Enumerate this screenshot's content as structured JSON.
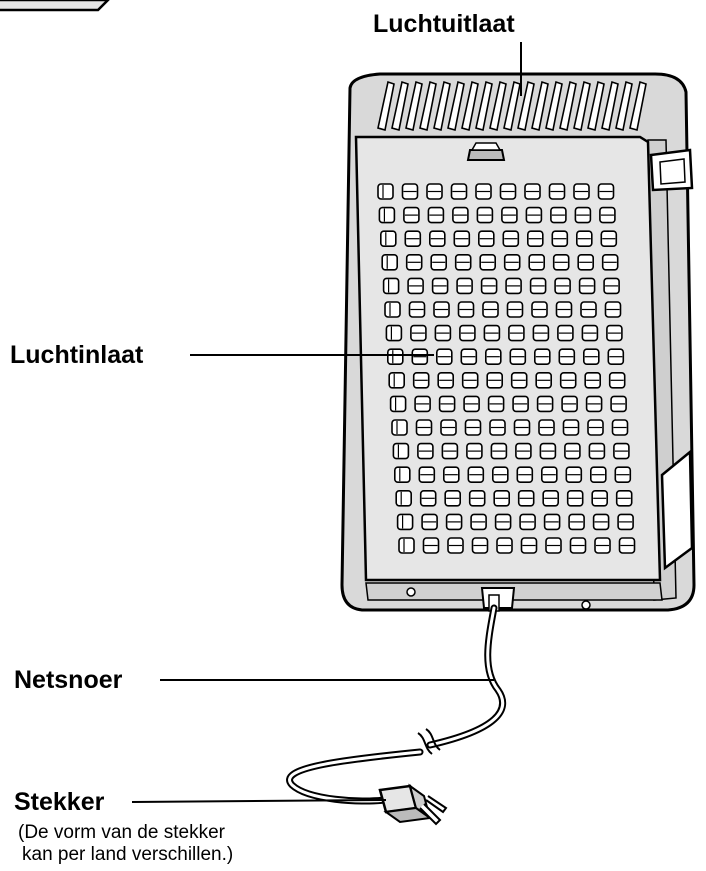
{
  "labels": {
    "air_outlet": "Luchtuitlaat",
    "air_inlet": "Luchtinlaat",
    "power_cord": "Netsnoer",
    "plug": "Stekker"
  },
  "plug_note": {
    "line1": "(De vorm van de stekker",
    "line2": "kan per land verschillen.)"
  },
  "colors": {
    "line": "#000000",
    "body_fill": "#d9d9d9",
    "panel_fill": "#e6e6e6",
    "background": "#ffffff"
  }
}
